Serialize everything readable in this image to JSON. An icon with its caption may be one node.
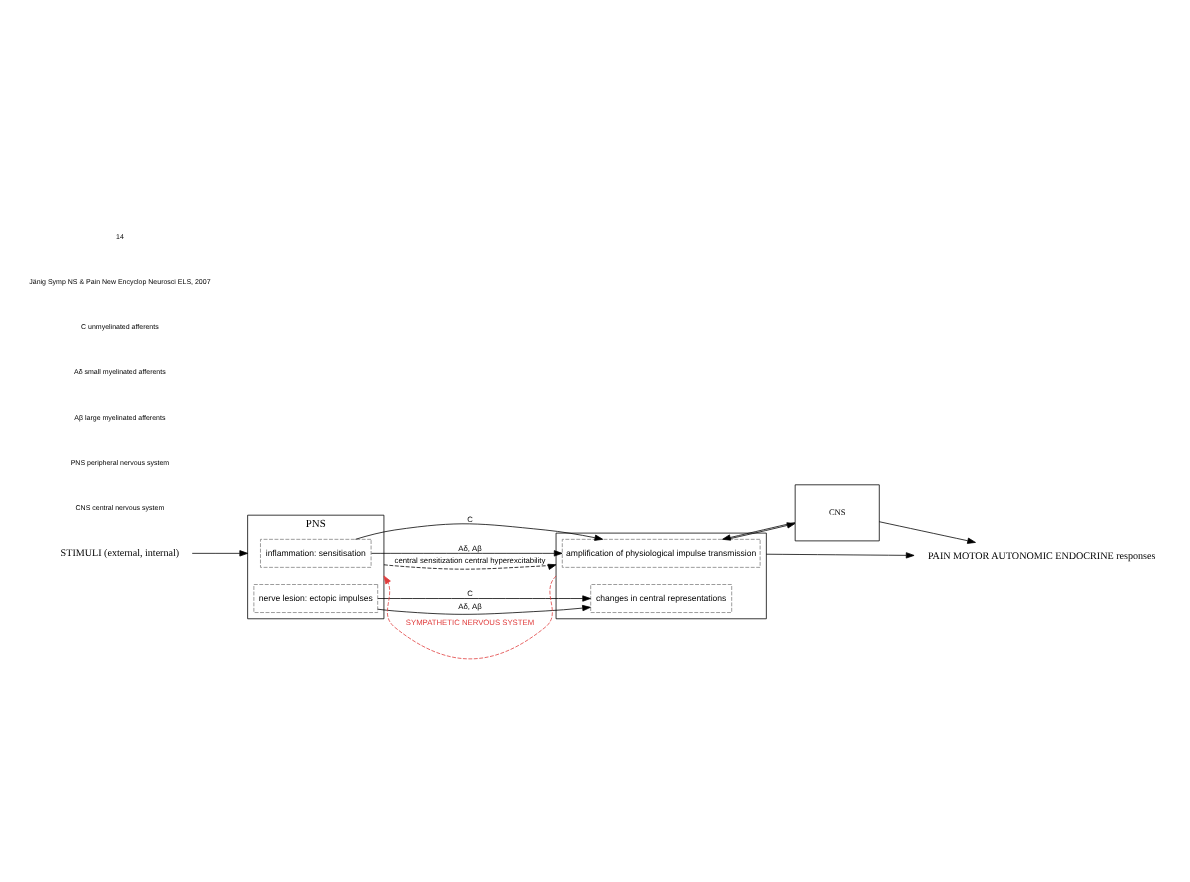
{
  "diagram": {
    "nodes": [
      {
        "text": [
          "STIMULI (external, internal)"
        ]
      },
      {
        "text": [
          "PNS"
        ]
      },
      {
        "text": [
          "inflammation: sensitisation"
        ],
        "in": 1
      },
      {
        "text": [
          "nerve lesion: ectopic impulses"
        ],
        "in": 1
      },
      {
        "text": [
          "CNS"
        ]
      },
      {
        "text": [],
        "shape": "box"
      },
      {
        "text": [
          "amplification of physiological impulse transmission"
        ],
        "in": 5
      },
      {
        "text": [
          "changes in central representations"
        ],
        "in": 5
      },
      {
        "text": [
          "PAIN MOTOR AUTONOMIC ENDOCRINE responses"
        ]
      }
    ],
    "edges": [
      {
        "from": 0,
        "to": 1,
        "arrow": "to"
      },
      {
        "from": 2,
        "to": 6,
        "arrow": "to",
        "label": "C"
      },
      {
        "from": 2,
        "to": 6,
        "arrow": "to",
        "label": "Aδ, Aβ"
      },
      {
        "from": 3,
        "to": 7,
        "arrow": "to",
        "label": "C"
      },
      {
        "from": 3,
        "to": 7,
        "arrow": "to",
        "label": "Aδ, Aβ"
      },
      {
        "from": 1,
        "to": 5,
        "arrow": "to",
        "style": "dashed",
        "label": "central sensitization central hyperexcitability"
      },
      {
        "from": 6,
        "to": 4,
        "arrow": "to"
      },
      {
        "from": 4,
        "to": 6,
        "arrow": "to"
      },
      {
        "from": 4,
        "to": 8,
        "arrow": "to"
      },
      {
        "from": 5,
        "to": 8,
        "arrow": "to"
      },
      {
        "from": 5,
        "to": 1,
        "arrow": "to",
        "style": "dashed",
        "color": "#e03c3c",
        "label": "SYMPATHETIC NERVOUS SYSTEM"
      }
    ],
    "labels": [
      "CNS central nervous system",
      "PNS peripheral nervous system",
      "Aβ large myelinated afferents",
      "Aδ small myelinated afferents",
      "C unmyelinated afferents",
      "Jänig Symp NS & Pain New Encyclop Neurosci ELS, 2007",
      "14"
    ]
  }
}
